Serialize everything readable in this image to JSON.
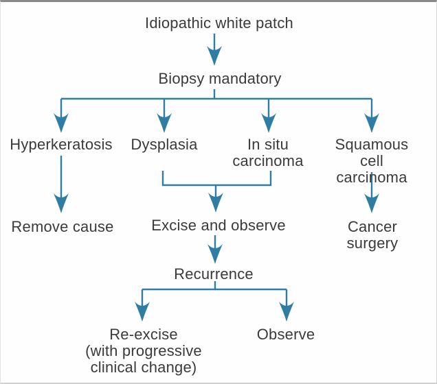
{
  "diagram": {
    "type": "flowchart",
    "colors": {
      "arrow": "#2F7DA2",
      "text": "#3A3A3A",
      "top_border": "#8A8A8A",
      "background": "#FEFEFE"
    },
    "nodes": {
      "idiopathic": {
        "label": "Idiopathic white patch"
      },
      "biopsy": {
        "label": "Biopsy mandatory"
      },
      "hyperkeratosis": {
        "label": "Hyperkeratosis"
      },
      "dysplasia": {
        "label": "Dysplasia"
      },
      "in_situ": {
        "label": "In situ\ncarcinoma"
      },
      "scc": {
        "label": "Squamous cell\ncarcinoma"
      },
      "remove_cause": {
        "label": "Remove cause"
      },
      "excise_observe": {
        "label": "Excise and observe"
      },
      "cancer_surgery": {
        "label": "Cancer surgery"
      },
      "recurrence": {
        "label": "Recurrence"
      },
      "re_excise": {
        "label": "Re-excise\n(with progressive\nclinical change)"
      },
      "observe": {
        "label": "Observe"
      }
    },
    "edges": [
      {
        "from": "idiopathic",
        "to": "biopsy"
      },
      {
        "from": "biopsy",
        "to": "hyperkeratosis"
      },
      {
        "from": "biopsy",
        "to": "dysplasia"
      },
      {
        "from": "biopsy",
        "to": "in_situ"
      },
      {
        "from": "biopsy",
        "to": "scc"
      },
      {
        "from": "hyperkeratosis",
        "to": "remove_cause"
      },
      {
        "from": "dysplasia",
        "to": "excise_observe"
      },
      {
        "from": "in_situ",
        "to": "excise_observe"
      },
      {
        "from": "scc",
        "to": "cancer_surgery"
      },
      {
        "from": "excise_observe",
        "to": "recurrence"
      },
      {
        "from": "recurrence",
        "to": "re_excise"
      },
      {
        "from": "recurrence",
        "to": "observe"
      }
    ]
  }
}
